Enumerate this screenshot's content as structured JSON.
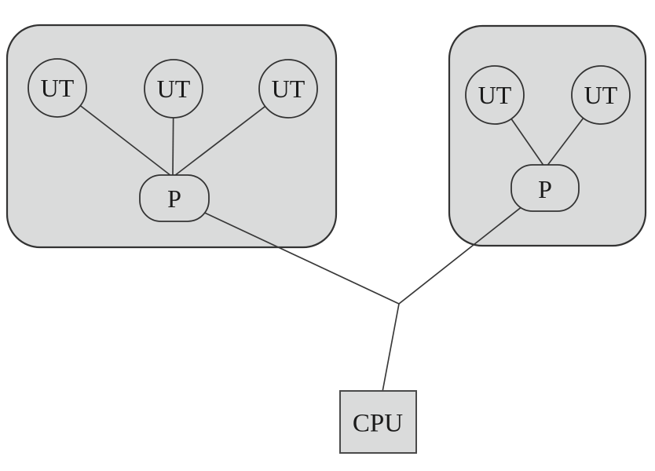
{
  "palette": {
    "background": "#ffffff",
    "cluster_fill": "#dadbdb",
    "cluster_stroke": "#333333",
    "node_fill": "#dadbdb",
    "node_stroke": "#333333",
    "edge_color": "#383838",
    "label_color": "#1b1b1b"
  },
  "diagram": {
    "type": "network-topology",
    "clusters": [
      {
        "id": "terminal-group-left",
        "terminal_count": 3
      },
      {
        "id": "terminal-group-right",
        "terminal_count": 2
      }
    ],
    "nodes": [
      {
        "id": "ut-left-1",
        "label": "UT",
        "shape": "circle"
      },
      {
        "id": "ut-left-2",
        "label": "UT",
        "shape": "circle"
      },
      {
        "id": "ut-left-3",
        "label": "UT",
        "shape": "circle"
      },
      {
        "id": "p-left",
        "label": "P",
        "shape": "stadium"
      },
      {
        "id": "ut-right-1",
        "label": "UT",
        "shape": "circle"
      },
      {
        "id": "ut-right-2",
        "label": "UT",
        "shape": "circle"
      },
      {
        "id": "p-right",
        "label": "P",
        "shape": "stadium"
      },
      {
        "id": "cpu",
        "label": "CPU",
        "shape": "rect"
      }
    ],
    "edges": [
      {
        "from": "ut-left-1",
        "to": "p-left"
      },
      {
        "from": "ut-left-2",
        "to": "p-left"
      },
      {
        "from": "ut-left-3",
        "to": "p-left"
      },
      {
        "from": "ut-right-1",
        "to": "p-right"
      },
      {
        "from": "ut-right-2",
        "to": "p-right"
      },
      {
        "from": "p-left",
        "to": "cpu"
      },
      {
        "from": "p-right",
        "to": "cpu"
      }
    ]
  }
}
